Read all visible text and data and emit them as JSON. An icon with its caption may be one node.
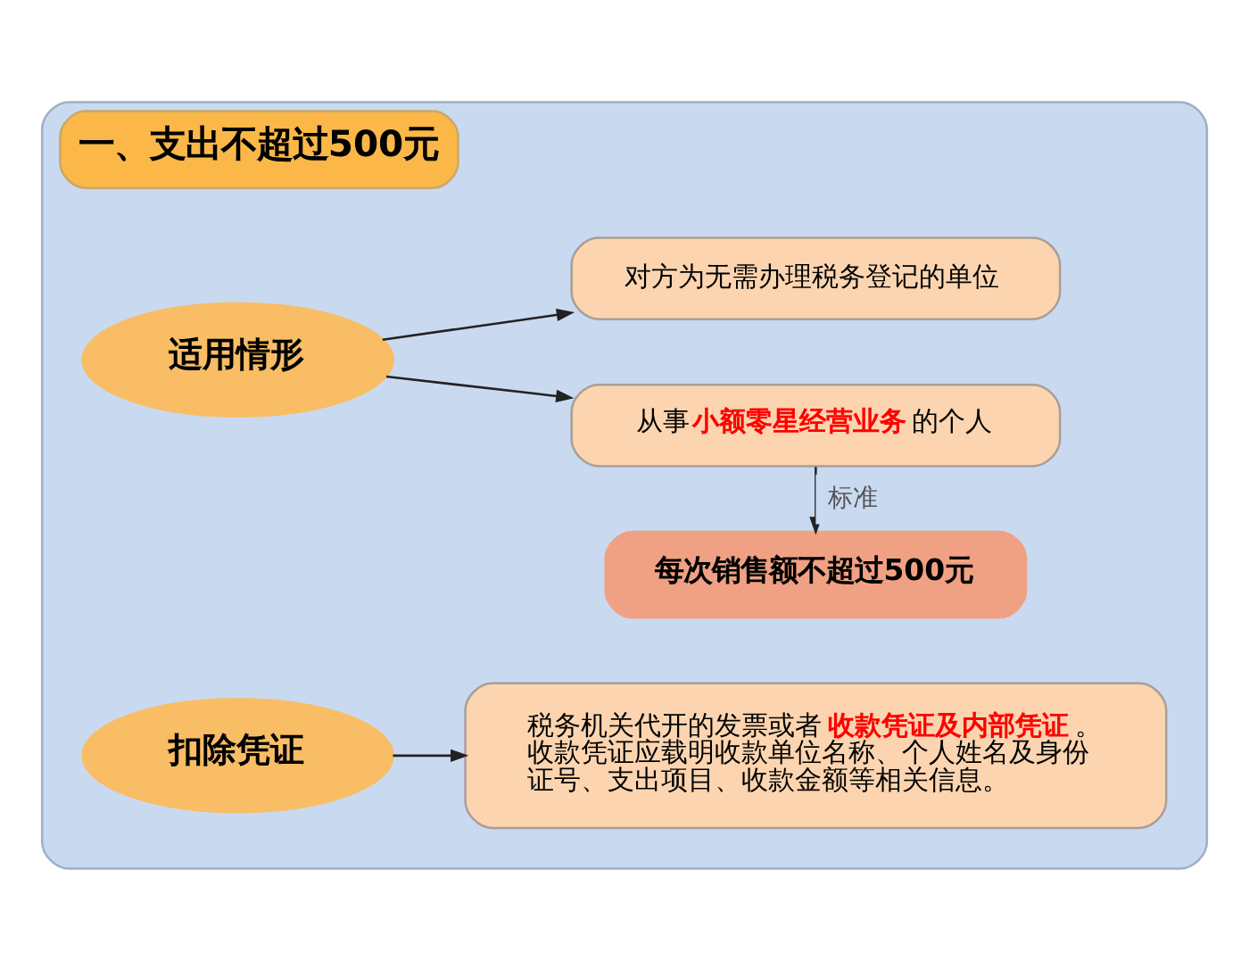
{
  "diagram": {
    "nodes": [
      {
        "text": [
          "一、支出不超过500元"
        ]
      },
      {
        "text": [
          "适用情形"
        ],
        "in": 0
      },
      {
        "text": [
          "对方为无需办理税务登记的单位"
        ],
        "in": 0
      },
      {
        "text": [
          "从事**小额零星经营业务**的个人"
        ],
        "in": 0
      },
      {
        "text": [
          "每次销售额不超过500元"
        ],
        "in": 0
      },
      {
        "text": [
          "扣除凭证"
        ],
        "in": 0
      },
      {
        "text": [
          "税务机关代开的发票或者**收款凭证及内部凭证**。收款凭证应载明收款单位名称、个人姓名及身份证号、支出项目、收款金额等相关信息。"
        ],
        "in": 0
      }
    ],
    "edges": [
      {
        "from": 1,
        "to": 2,
        "arrow": "to"
      },
      {
        "from": 1,
        "to": 3,
        "arrow": "to"
      },
      {
        "from": 3,
        "to": 4,
        "arrow": "to",
        "label": "标准"
      },
      {
        "from": 5,
        "to": 6,
        "arrow": "to"
      }
    ]
  }
}
